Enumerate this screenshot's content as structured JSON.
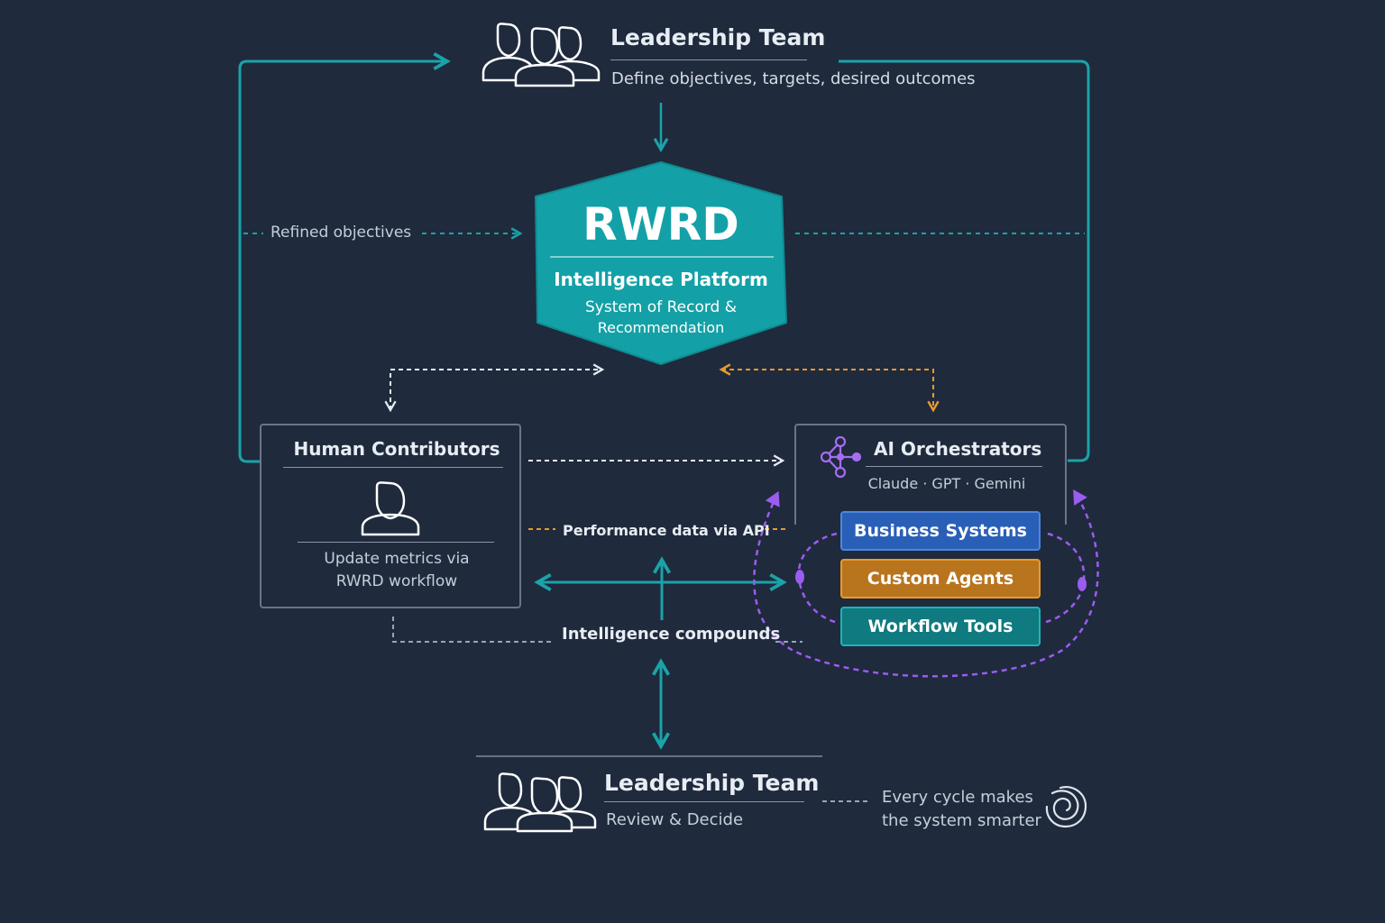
{
  "leadership_top": {
    "title": "Leadership Team",
    "subtitle": "Define objectives, targets, desired outcomes"
  },
  "platform": {
    "name": "RWRD",
    "title": "Intelligence Platform",
    "desc_line1": "System of Record &",
    "desc_line2": "Recommendation"
  },
  "refined_label": "Refined objectives",
  "human": {
    "title": "Human Contributors",
    "desc_line1": "Update metrics via",
    "desc_line2": "RWRD workflow"
  },
  "ai": {
    "title": "AI Orchestrators",
    "models": "Claude · GPT · Gemini",
    "systems": [
      {
        "label": "Business Systems"
      },
      {
        "label": "Custom Agents"
      },
      {
        "label": "Workflow Tools"
      }
    ]
  },
  "perf_label": "Performance data via API",
  "compound_label": "Intelligence compounds",
  "leadership_bottom": {
    "title": "Leadership Team",
    "subtitle": "Review & Decide"
  },
  "cycle": {
    "line1": "Every cycle makes",
    "line2": "the system smarter"
  },
  "colors": {
    "background": "#1f2a3d",
    "teal": "#1aa3a8",
    "orange": "#e89a2c",
    "purple": "#9b5cf0",
    "business_blue": "#2a5fb8",
    "agents_orange": "#b9741e",
    "workflow_teal": "#0f7a80"
  }
}
